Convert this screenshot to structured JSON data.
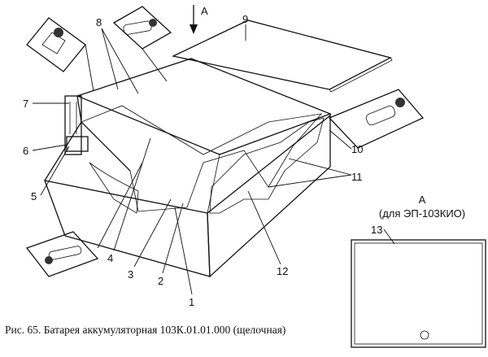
{
  "caption": "Рис. 65. Батарея аккумуляторная 103К.01.01.000 (щелочная)",
  "view_letter": "А",
  "view_title": "(для ЭП-103КИО)",
  "arrow_letter": "А",
  "callouts": [
    "1",
    "2",
    "3",
    "4",
    "5",
    "6",
    "7",
    "8",
    "9",
    "10",
    "11",
    "12",
    "13"
  ],
  "colors": {
    "ink": "#111111",
    "speckle": "#e7e7e7",
    "paper": "#ffffff"
  }
}
